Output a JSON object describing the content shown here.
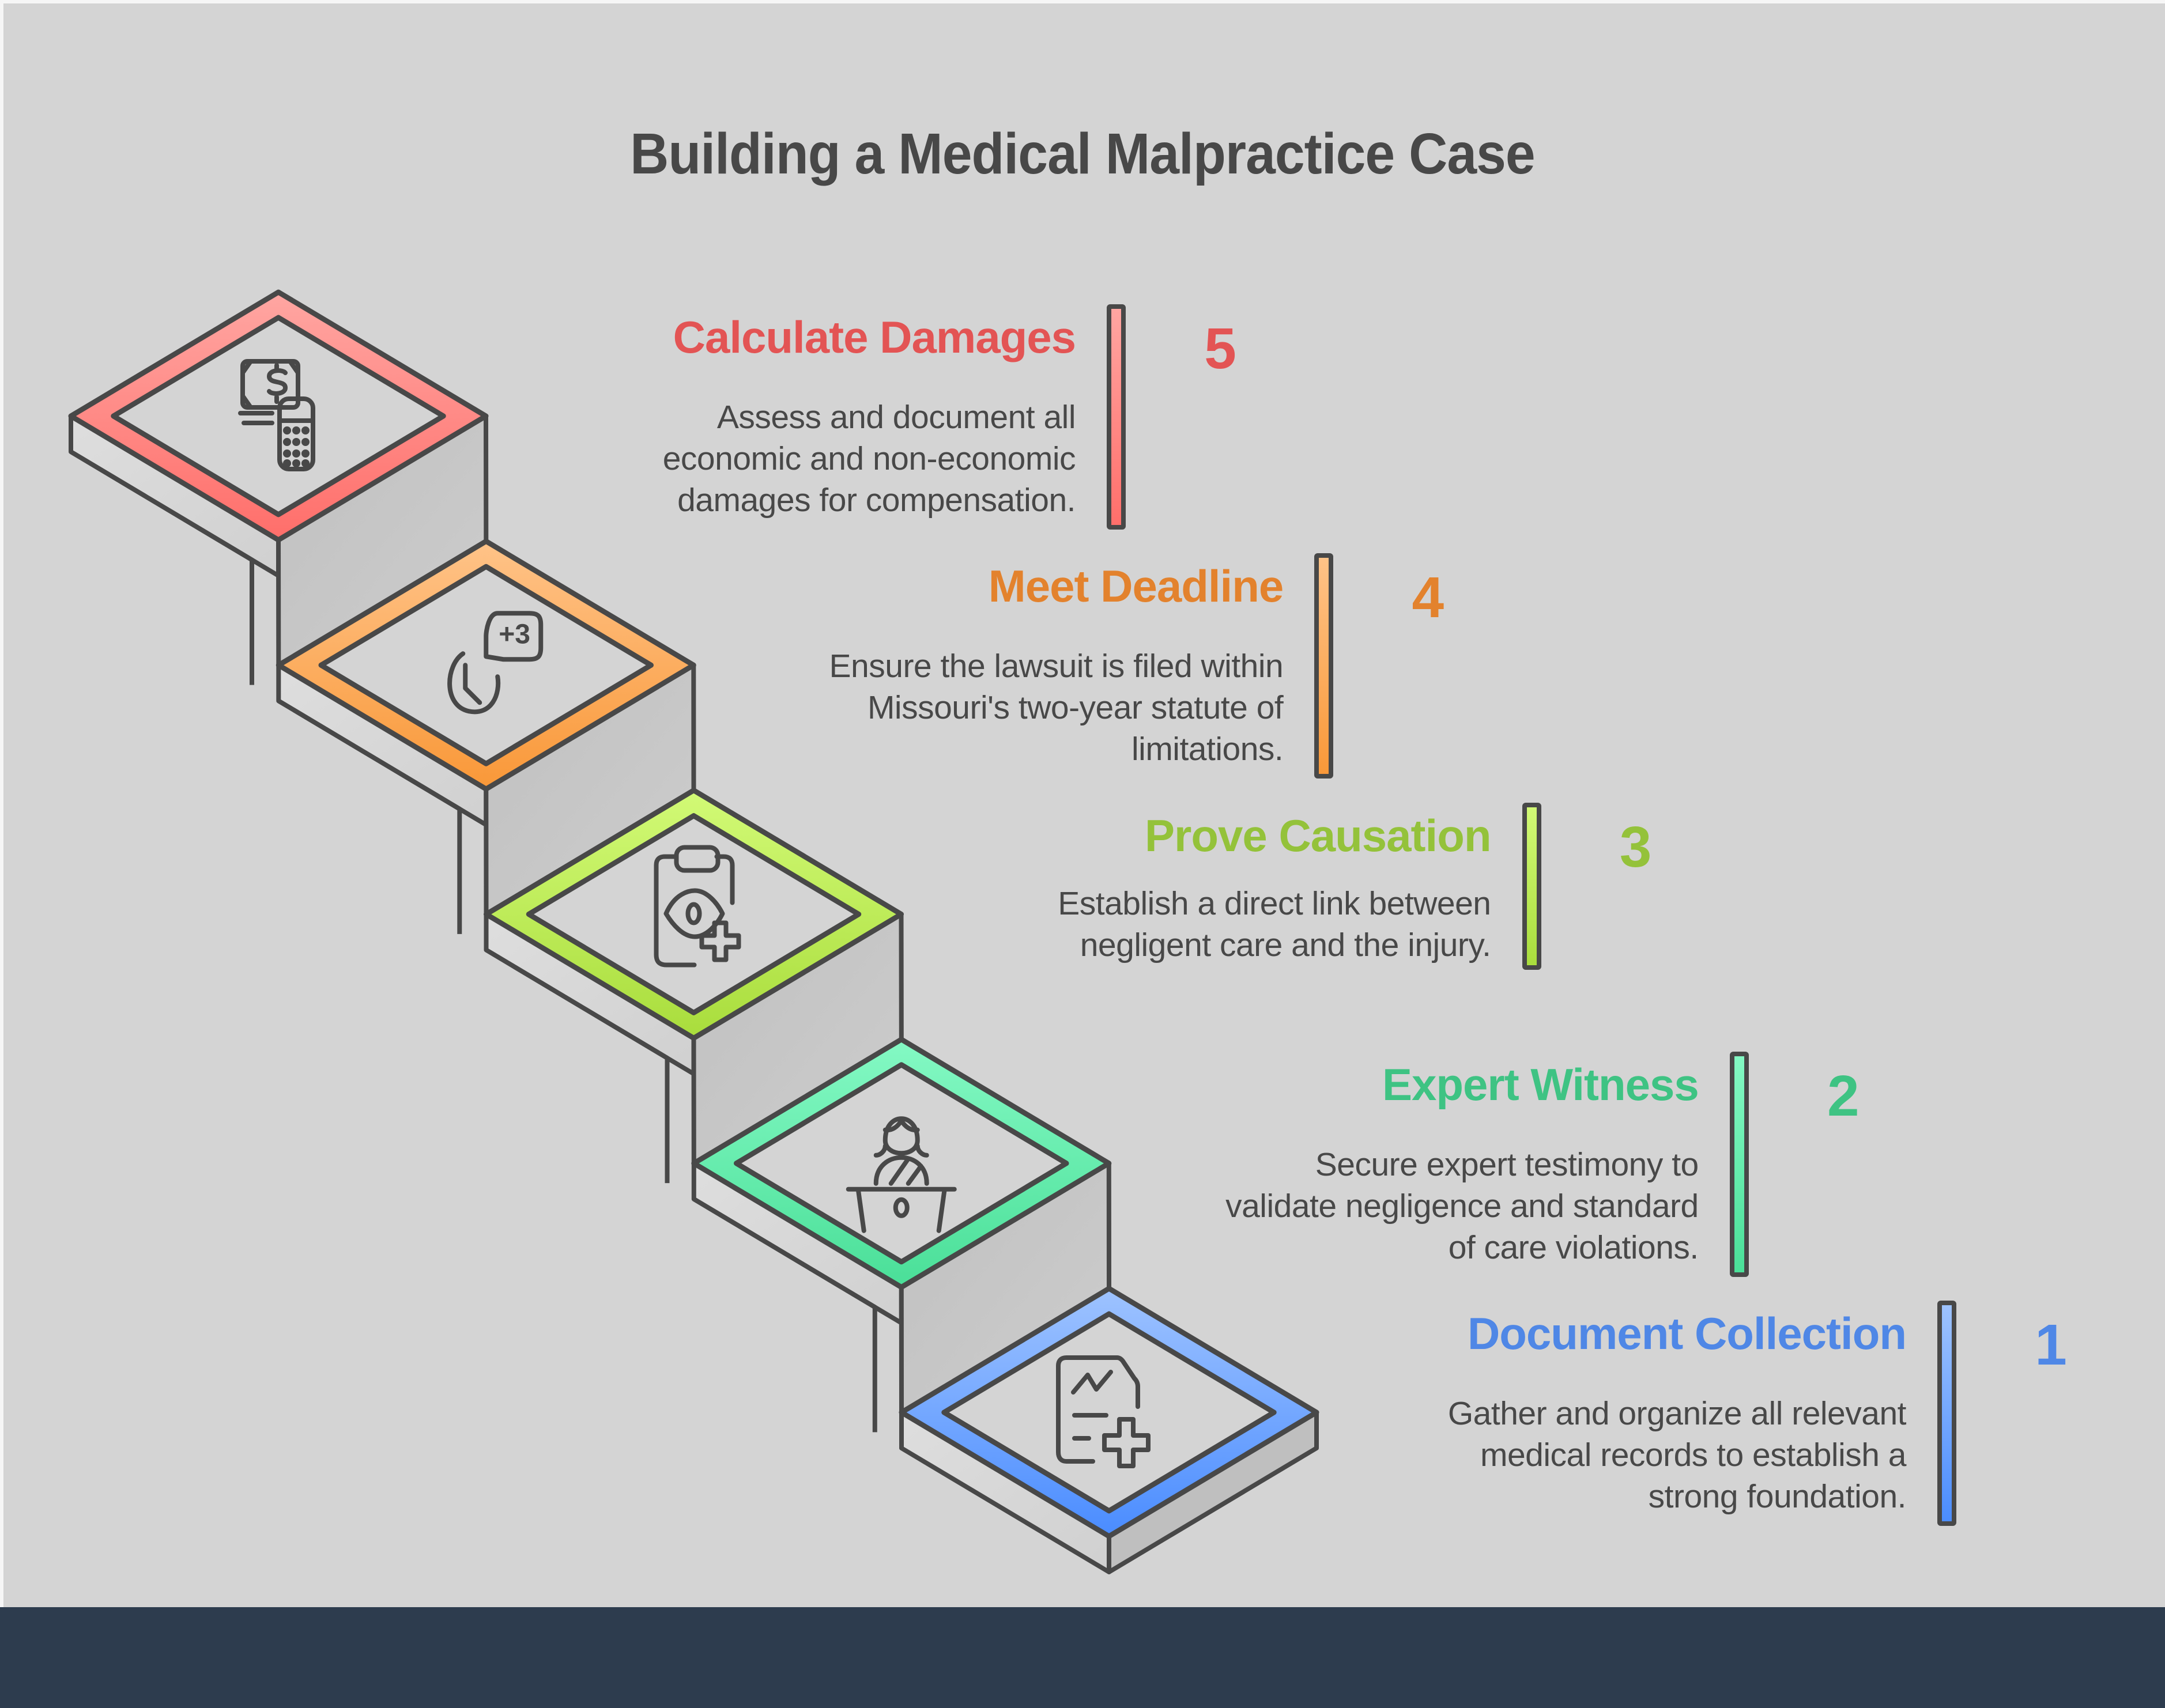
{
  "title": "Building a Medical Malpractice Case",
  "colors": {
    "background": "#d4d4d4",
    "footer": "#2d3c4e",
    "outline": "#484848",
    "text": "#484848"
  },
  "steps": [
    {
      "number": "1",
      "title": "Document Collection",
      "description": "Gather and organize all relevant\nmedical records to establish a\nstrong foundation.",
      "icon": "medical-document-icon",
      "color": "#4f87e6",
      "light": "#9ec3ff",
      "dark": "#4a8cff"
    },
    {
      "number": "2",
      "title": "Expert Witness",
      "description": "Secure expert testimony to\nvalidate negligence and standard\nof care violations.",
      "icon": "witness-podium-icon",
      "color": "#3ec383",
      "light": "#84f9c4",
      "dark": "#4adf98"
    },
    {
      "number": "3",
      "title": "Prove Causation",
      "description": "Establish a direct link between\nnegligent care and the injury.",
      "icon": "clipboard-eye-medical-icon",
      "color": "#94c23a",
      "light": "#d2fa76",
      "dark": "#a9dd3c"
    },
    {
      "number": "4",
      "title": "Meet Deadline",
      "description": "Ensure the lawsuit is filed within\nMissouri's two-year statute of\nlimitations.",
      "icon": "clock-plus-three-icon",
      "color": "#e3822d",
      "light": "#ffc388",
      "dark": "#f99838"
    },
    {
      "number": "5",
      "title": "Calculate Damages",
      "description": "Assess and document all\neconomic and non-economic\ndamages for compensation.",
      "icon": "money-calculator-icon",
      "color": "#e35454",
      "light": "#ffa6a2",
      "dark": "#ff6e6a"
    }
  ]
}
